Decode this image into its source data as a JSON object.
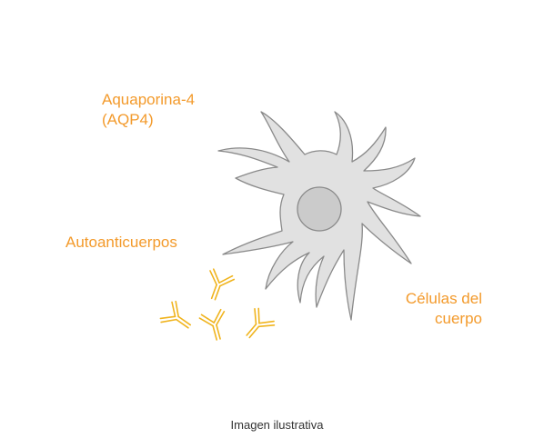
{
  "labels": {
    "aqp4_line1": "Aquaporina-4",
    "aqp4_line2": "(AQP4)",
    "autoantibodies": "Autoanticuerpos",
    "cells_line1": "Células del",
    "cells_line2": "cuerpo"
  },
  "caption": "Imagen ilustrativa",
  "colors": {
    "accent": "#f39a2b",
    "antibody": "#f0b41e",
    "cell_fill": "#e1e1e1",
    "cell_stroke": "#8a8a8a",
    "nucleus_fill": "#cbcbcb"
  }
}
